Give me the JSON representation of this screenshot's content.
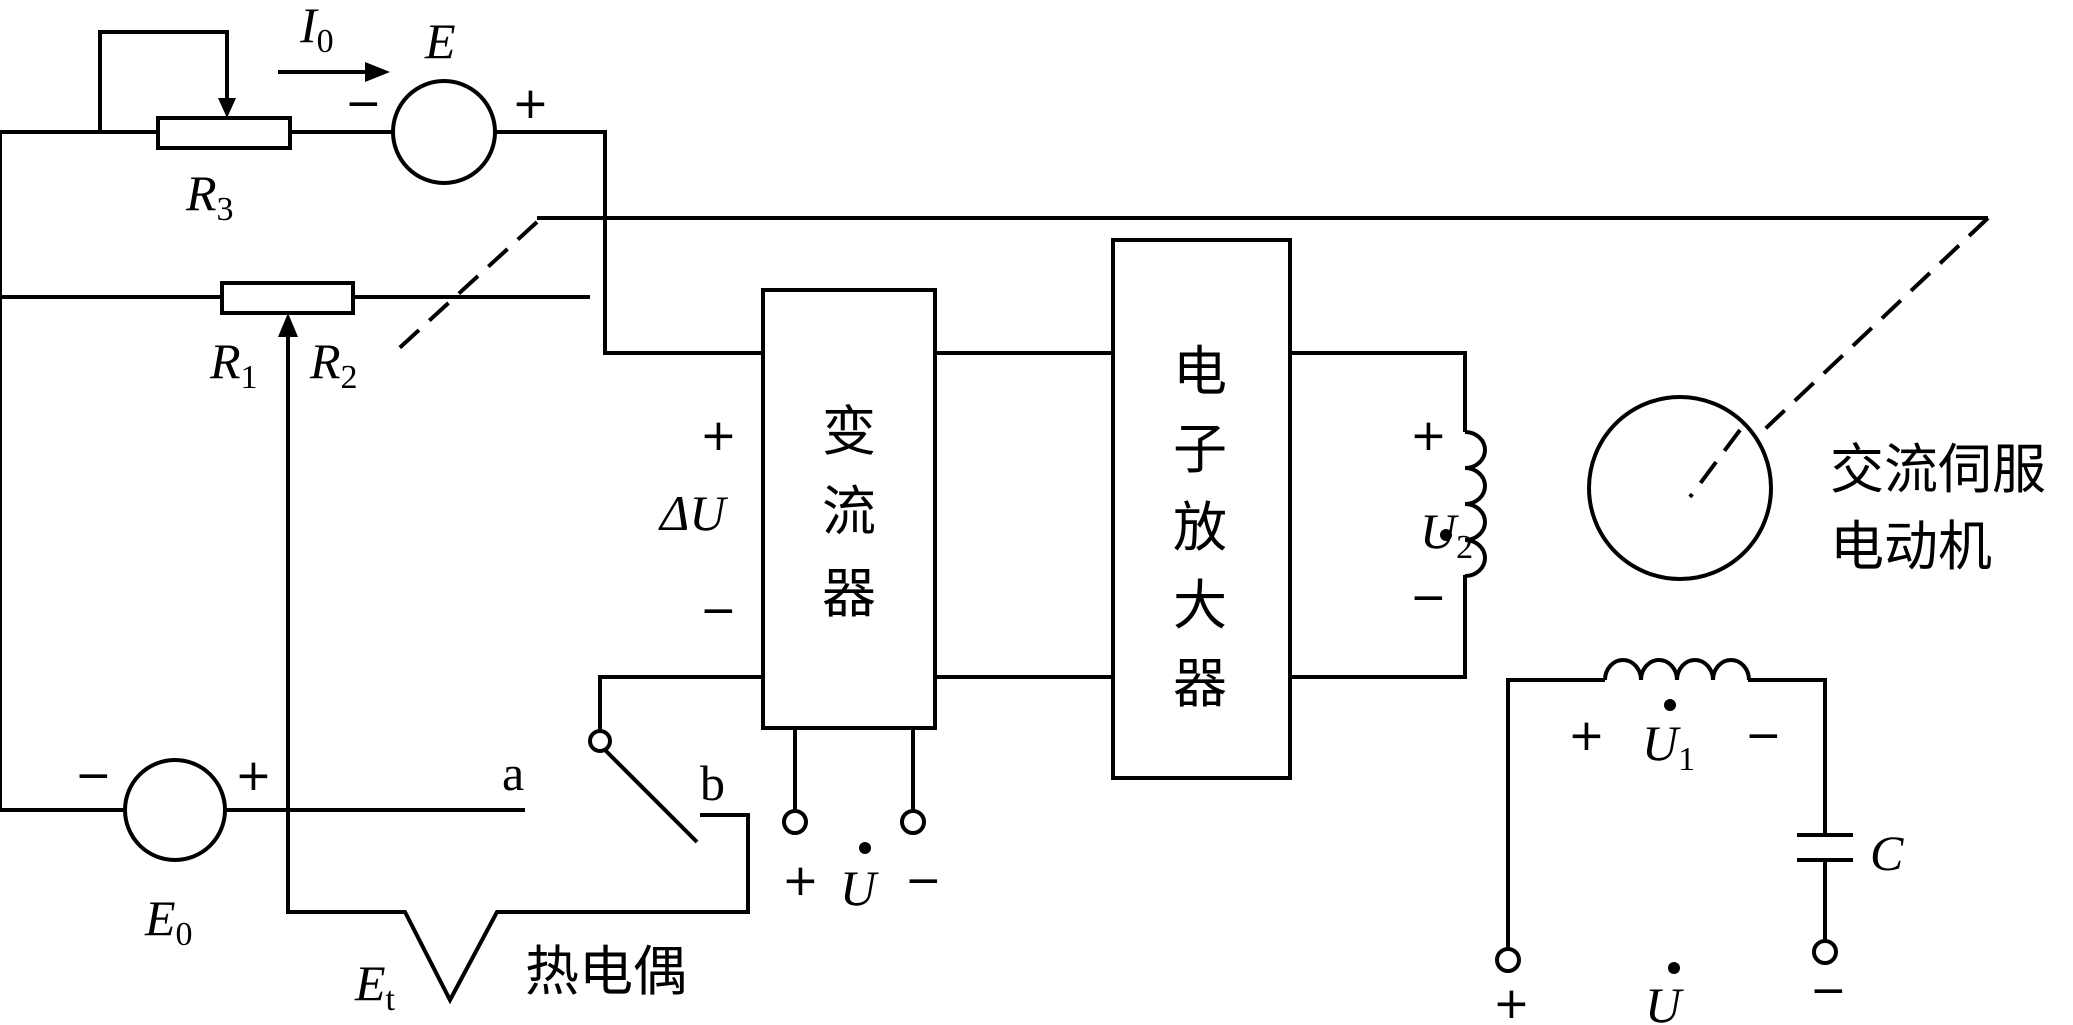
{
  "labels": {
    "I0": "I",
    "I0_sub": "0",
    "E": "E",
    "R3": "R",
    "R3_sub": "3",
    "R1": "R",
    "R1_sub": "1",
    "R2": "R",
    "R2_sub": "2",
    "E0": "E",
    "E0_sub": "0",
    "Et": "E",
    "Et_sub": "t",
    "a": "a",
    "b": "b",
    "deltaU": "ΔU",
    "U": "U",
    "U1": "U",
    "U1_sub": "1",
    "U2": "U",
    "U2_sub": "2",
    "C": "C",
    "plus": "+",
    "minus": "−"
  },
  "blocks": {
    "converter": [
      "变",
      "流",
      "器"
    ],
    "amplifier": [
      "电",
      "子",
      "放",
      "大",
      "器"
    ],
    "motor": [
      "交流伺服",
      "电动机"
    ],
    "thermocouple": "热电偶"
  }
}
